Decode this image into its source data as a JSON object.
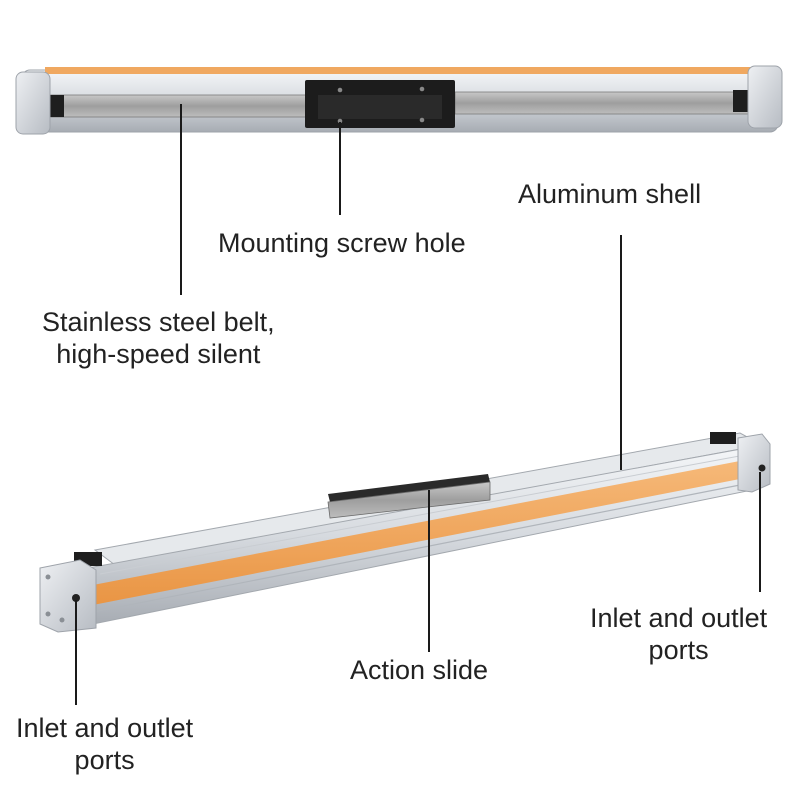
{
  "labels": {
    "mounting_screw_hole": "Mounting screw hole",
    "aluminum_shell": "Aluminum shell",
    "belt_line1": "Stainless steel belt,",
    "belt_line2": "high-speed silent",
    "action_slide": "Action slide",
    "inlet_right_line1": "Inlet and outlet",
    "inlet_right_line2": "ports",
    "inlet_left_line1": "Inlet and outlet",
    "inlet_left_line2": "ports"
  },
  "colors": {
    "aluminum": "#d9dde2",
    "aluminum_dark": "#a9aeb5",
    "orange_band": "#f0a860",
    "steel_belt": "#b5b5b5",
    "slide_black": "#1c1c1c",
    "callout_line": "#1a1a1a"
  }
}
